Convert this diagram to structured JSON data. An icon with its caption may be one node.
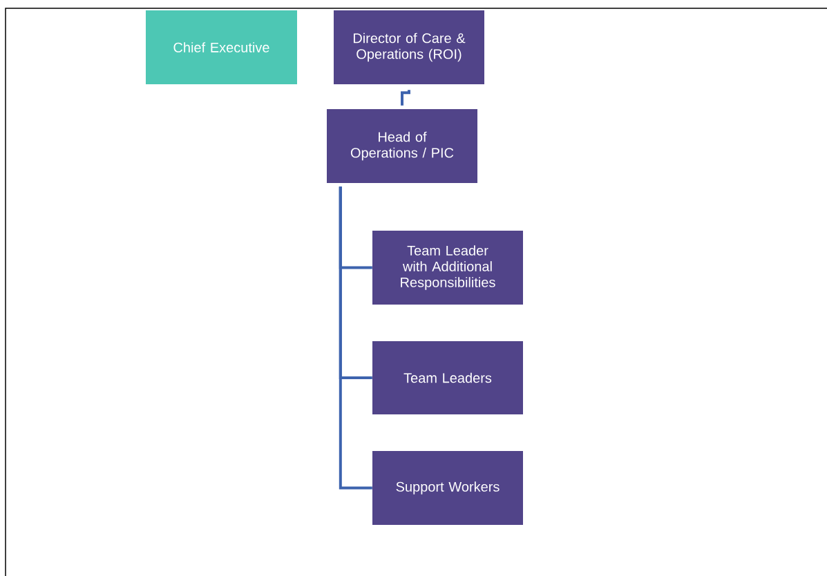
{
  "diagram": {
    "nodes": [
      {
        "text": [
          "Chief Executive"
        ]
      },
      {
        "text": [
          "Director of Care & Operations (ROI)"
        ]
      },
      {
        "text": [
          "Head of Operations / PIC"
        ]
      },
      {
        "text": [
          "Team Leader with Additional Responsibilities"
        ]
      },
      {
        "text": [
          "Team Leaders"
        ]
      },
      {
        "text": [
          "Support Workers"
        ]
      }
    ],
    "edges": [
      {
        "from": 1,
        "to": 2,
        "arrow": "none"
      },
      {
        "from": 2,
        "to": 3,
        "arrow": "none"
      },
      {
        "from": 2,
        "to": 4,
        "arrow": "none"
      },
      {
        "from": 2,
        "to": 5,
        "arrow": "none"
      }
    ]
  }
}
